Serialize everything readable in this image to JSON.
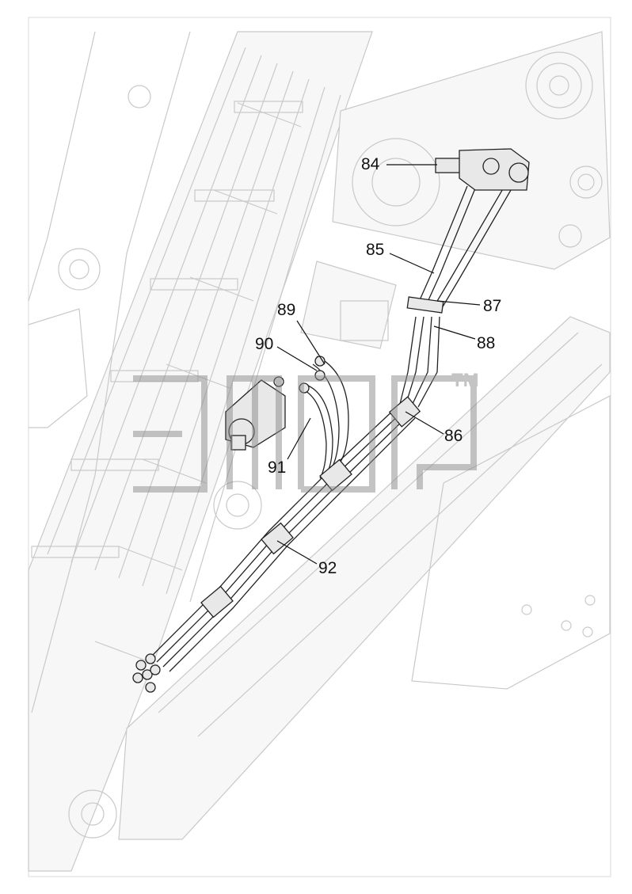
{
  "watermark": {
    "trademark": "TM"
  },
  "callouts": [
    {
      "id": "84",
      "text": "84"
    },
    {
      "id": "85",
      "text": "85"
    },
    {
      "id": "86",
      "text": "86"
    },
    {
      "id": "87",
      "text": "87"
    },
    {
      "id": "88",
      "text": "88"
    },
    {
      "id": "89",
      "text": "89"
    },
    {
      "id": "90",
      "text": "90"
    },
    {
      "id": "91",
      "text": "91"
    },
    {
      "id": "92",
      "text": "92"
    }
  ]
}
